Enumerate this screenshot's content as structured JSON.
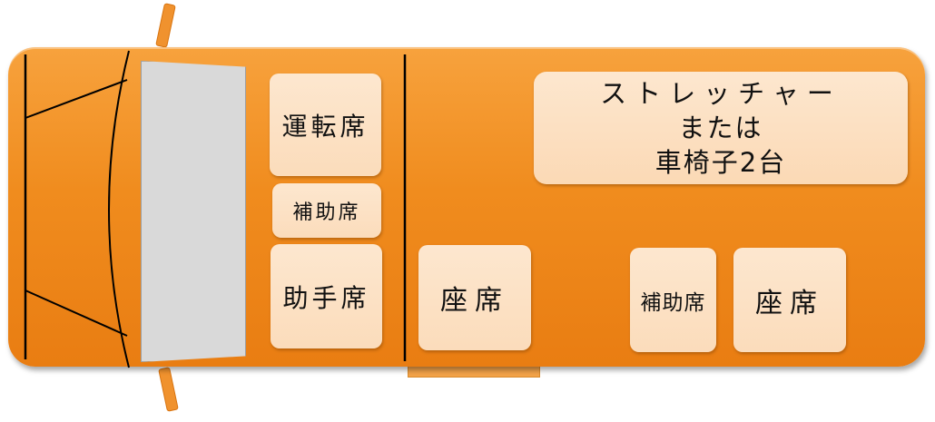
{
  "diagram": {
    "seats": {
      "driver": "運転席",
      "aux_front": "補助席",
      "passenger": "助手席",
      "rear_left": "座席",
      "aux_rear": "補助席",
      "rear_right": "座席"
    },
    "stretcher_area": {
      "line1": "ストレッチャー",
      "line2": "または",
      "line3": "車椅子2台"
    }
  },
  "colors": {
    "body": "#f08c1e",
    "seat": "#fde3c6",
    "windshield": "#d9d9d9",
    "outline": "#000000"
  }
}
